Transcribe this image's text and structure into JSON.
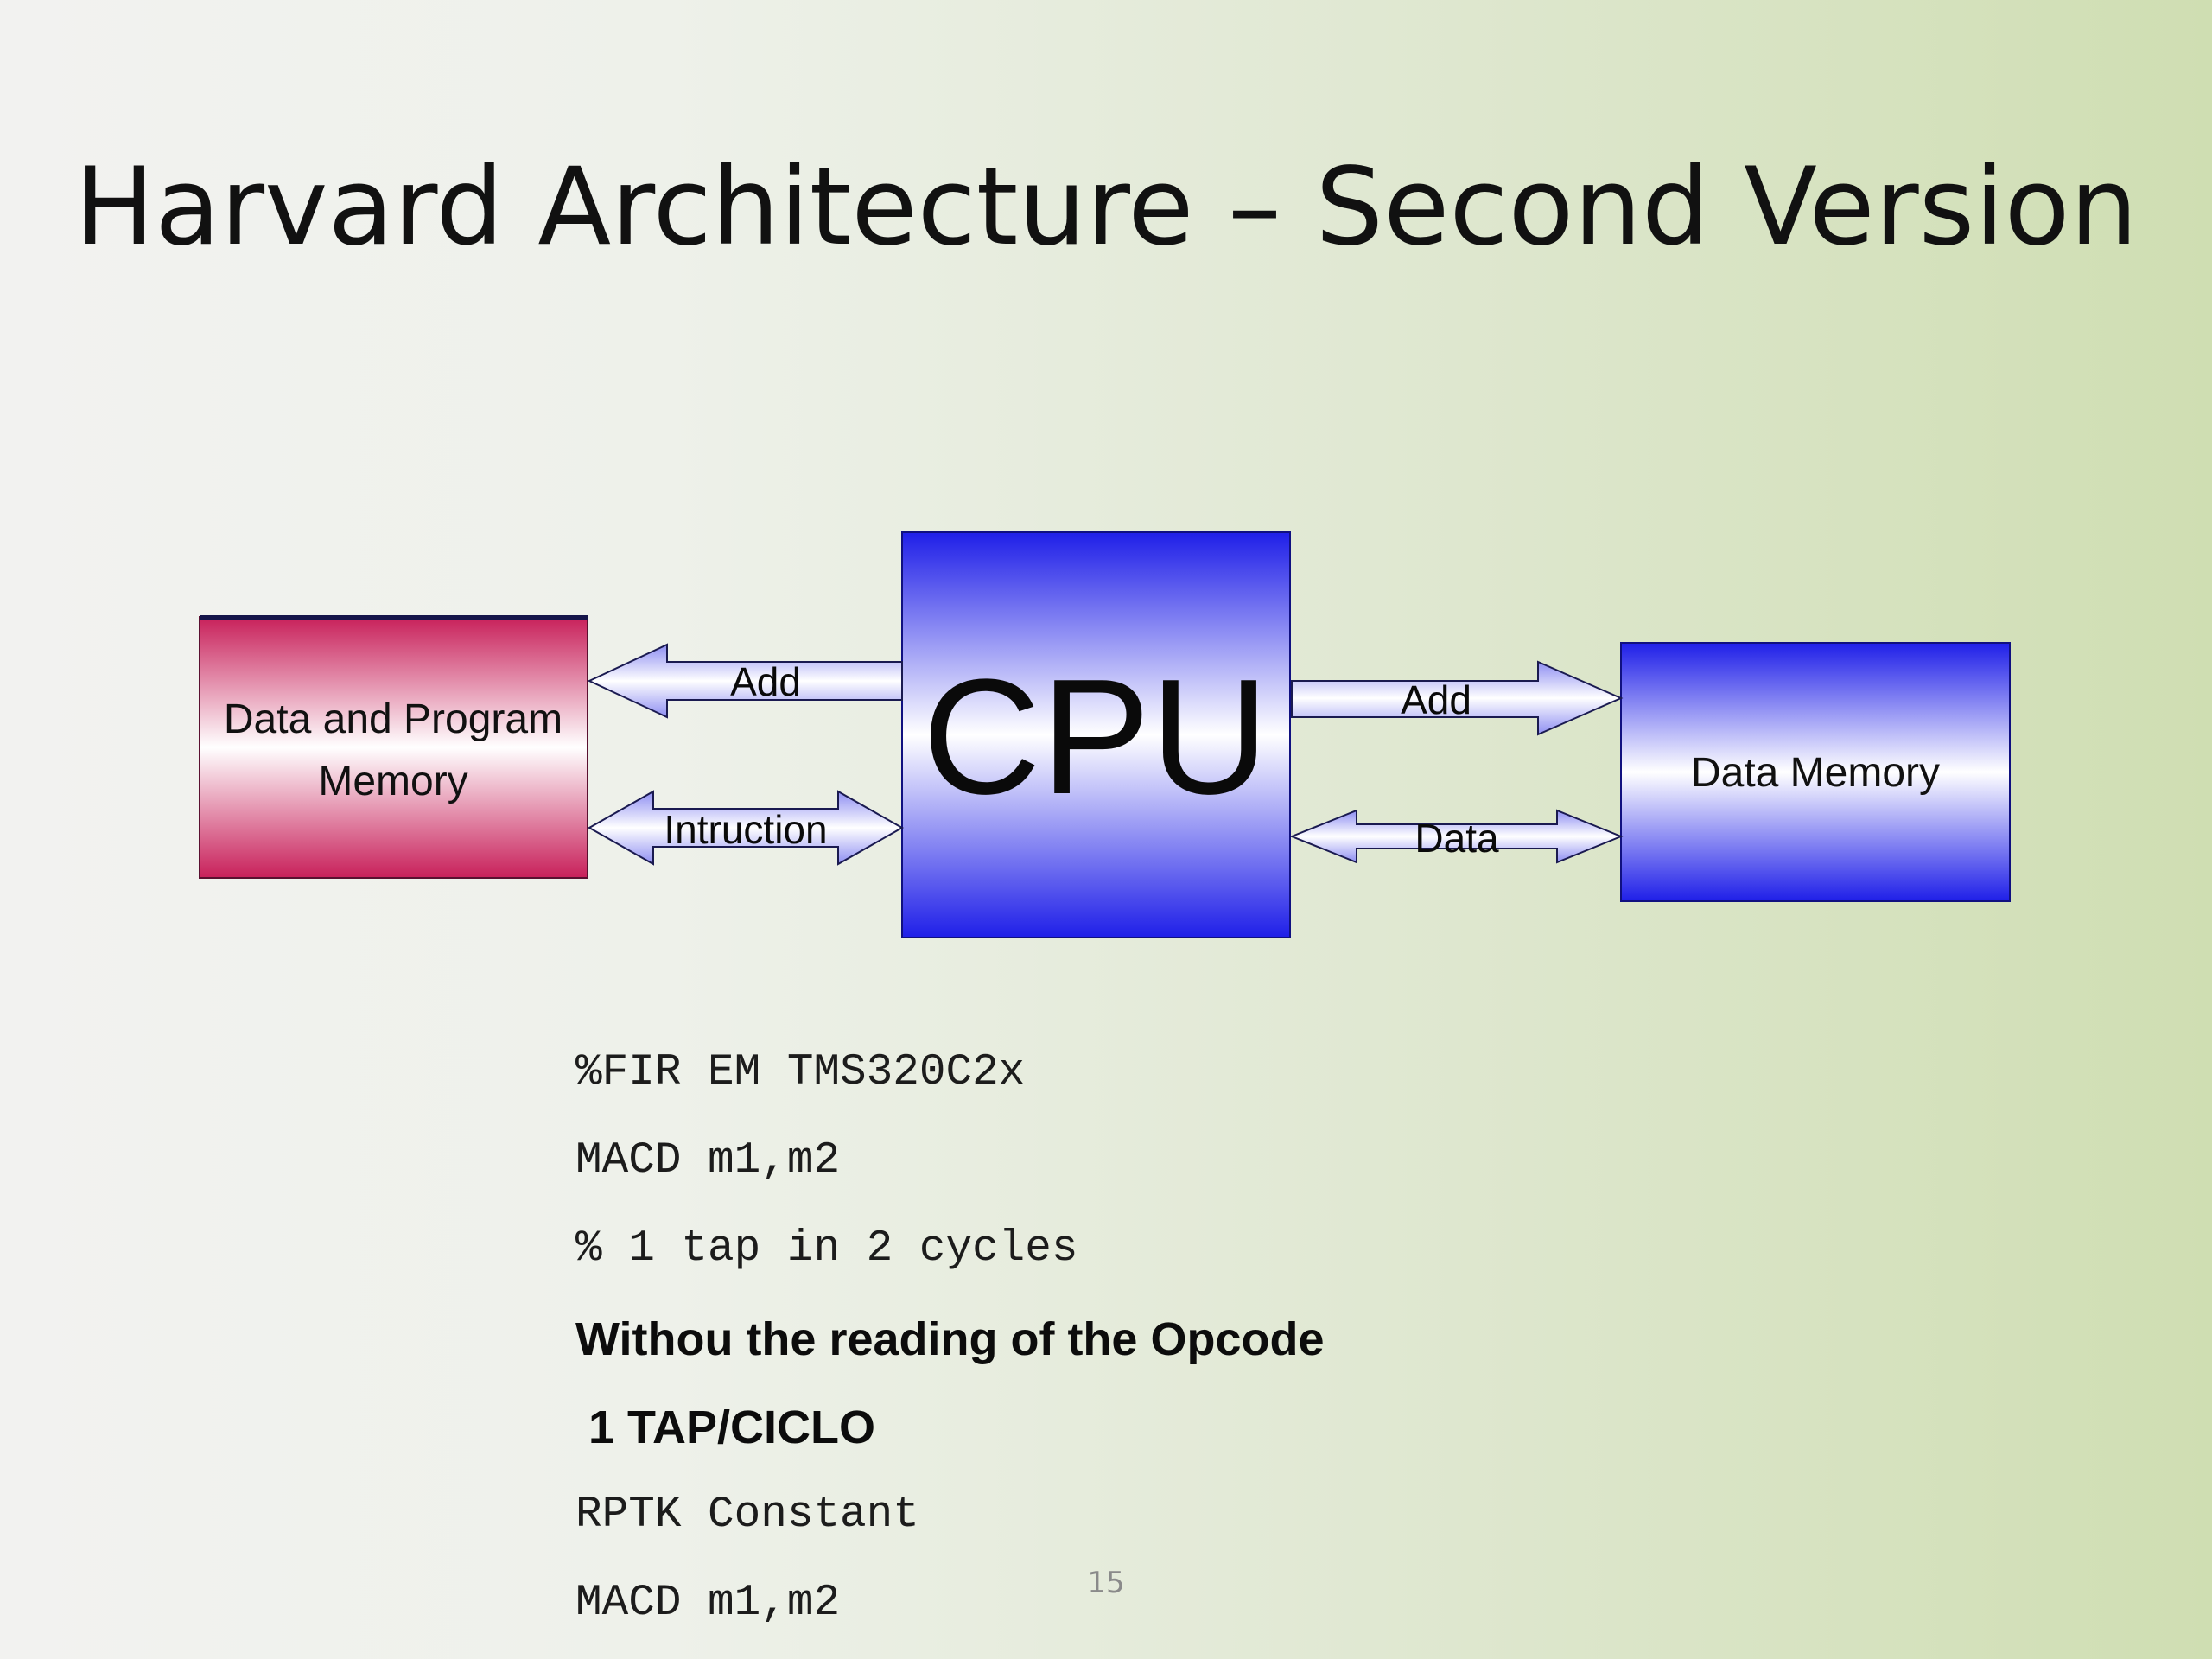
{
  "slide": {
    "title": "Harvard Architecture – Second Version",
    "page_number": "15"
  },
  "diagram": {
    "left_memory": {
      "line1": "Data and Program",
      "line2": "Memory"
    },
    "cpu": {
      "label": "CPU"
    },
    "right_memory": {
      "label": "Data Memory"
    },
    "arrows": {
      "left_add": "Add",
      "left_instruction": "Intruction",
      "right_add": "Add",
      "right_data": "Data"
    },
    "colors": {
      "left_memory_edge": "#c8205a",
      "left_memory_center": "#ffffff",
      "blue_edge": "#1f1fe8",
      "blue_center": "#ffffff",
      "arrow_fill": "#8e8ef2"
    }
  },
  "code": {
    "line1": "%FIR EM TMS320C2x",
    "line2": "MACD m1,m2",
    "line3": "% 1 tap in 2 cycles",
    "bold1": "Withou the reading of the Opcode",
    "bold2": " 1 TAP/CICLO",
    "line4": "RPTK Constant",
    "line5": "MACD m1,m2"
  }
}
